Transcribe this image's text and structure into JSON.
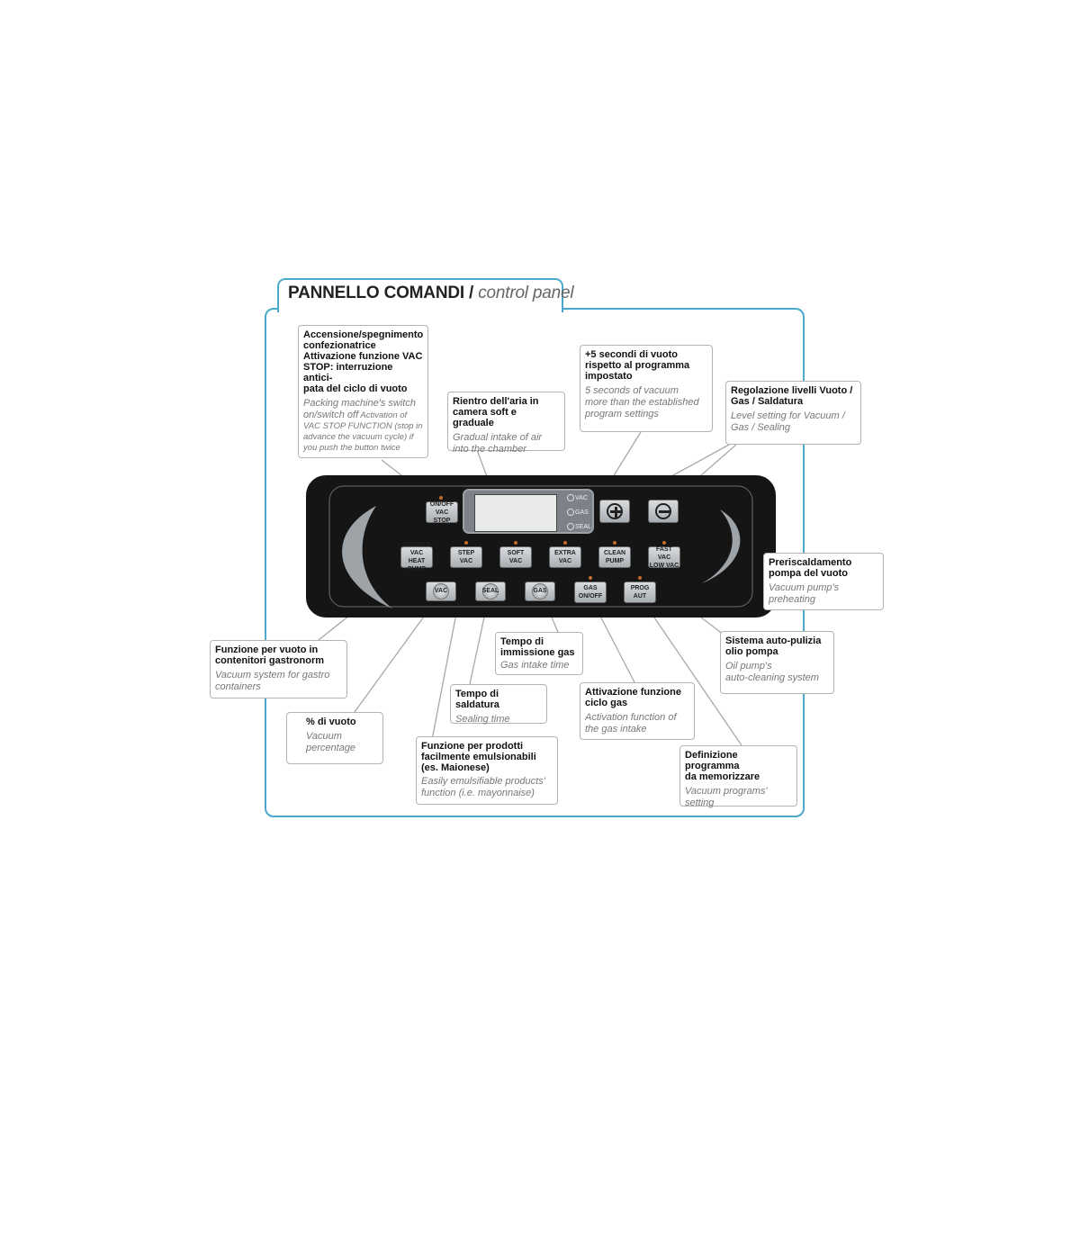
{
  "title": {
    "italian": "PANNELLO COMANDI /",
    "english": "control panel"
  },
  "panel": {
    "indicators": [
      "VAC",
      "GAS",
      "SEAL"
    ],
    "buttons": {
      "onoff": [
        "ON/OFF",
        "VAC STOP"
      ],
      "gastro": [
        "GASTRO VAC",
        "HEAT PUMP"
      ],
      "step": [
        "STEP",
        "VAC"
      ],
      "soft": [
        "SOFT",
        "VAC"
      ],
      "extra": [
        "EXTRA",
        "VAC"
      ],
      "clean": [
        "CLEAN",
        "PUMP"
      ],
      "fast": [
        "FAST VAC",
        "LOW VAC"
      ],
      "vac": "VAC",
      "seal": "SEAL",
      "gas": "GAS",
      "gas_onoff": [
        "GAS",
        "ON/OFF"
      ],
      "prog": [
        "PROG",
        "AUT"
      ]
    },
    "plus_icon": "plus-icon",
    "minus_icon": "minus-icon"
  },
  "callouts": {
    "onoff": {
      "it": "Accensione/spegnimento\nconfezionatrice\nAttivazione funzione VAC\nSTOP: interruzione antici-\npata del ciclo di vuoto",
      "en_main": "Packing machine's switch\non/switch off",
      "en_rest": " Activation of\nVAC STOP FUNCTION (stop in\nadvance the vacuum cycle) if\nyou push the button twice"
    },
    "soft": {
      "it": "Rientro dell'aria in\ncamera soft e graduale",
      "en": "Gradual intake of air\ninto the chamber"
    },
    "extra": {
      "it": "+5 secondi di vuoto\nrispetto al programma\nimpostato",
      "en": "5 seconds of vacuum\nmore than the established\nprogram settings"
    },
    "levels": {
      "it": "Regolazione livelli Vuoto /\nGas / Saldatura",
      "en": "Level setting for Vacuum /\nGas / Sealing"
    },
    "preheat": {
      "it": "Preriscaldamento\npompa del vuoto",
      "en": "Vacuum pump's\npreheating"
    },
    "clean": {
      "it": "Sistema auto-pulizia\nolio pompa",
      "en": "Oil pump's\nauto-cleaning system"
    },
    "gastro": {
      "it": "Funzione per vuoto in\ncontenitori gastronorm",
      "en": "Vacuum system for gastro\ncontainers"
    },
    "percent": {
      "it": "% di vuoto",
      "en": "Vacuum\npercentage"
    },
    "gastime": {
      "it": "Tempo di\nimmissione gas",
      "en": "Gas intake time"
    },
    "sealtime": {
      "it": "Tempo di saldatura",
      "en": "Sealing time"
    },
    "emuls": {
      "it": "Funzione per prodotti\nfacilmente emulsionabili\n(es. Maionese)",
      "en": "Easily emulsifiable products'\nfunction (i.e. mayonnaise)"
    },
    "gasact": {
      "it": "Attivazione funzione\nciclo gas",
      "en": "Activation function of\nthe gas intake"
    },
    "prog": {
      "it": "Definizione programma\nda memorizzare",
      "en": "Vacuum programs'\nsetting"
    }
  }
}
